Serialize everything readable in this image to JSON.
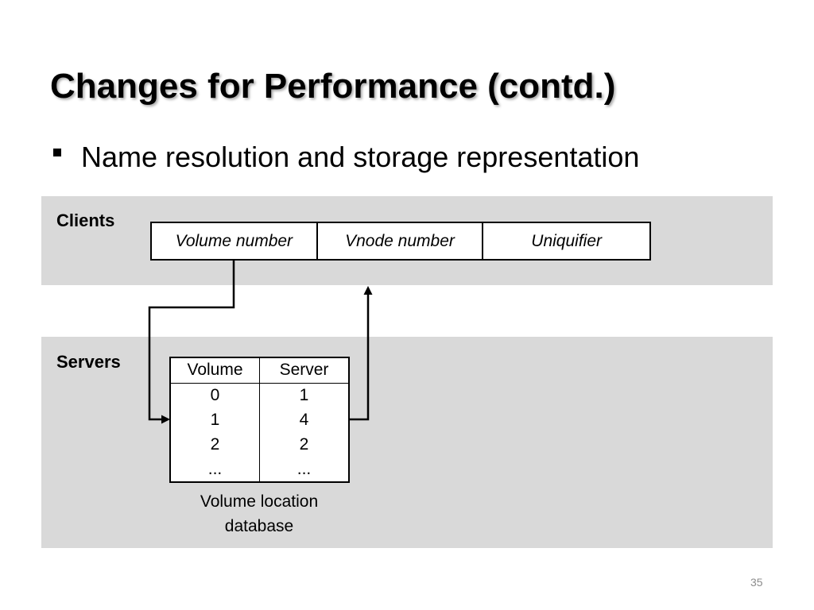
{
  "slide": {
    "title": "Changes for Performance (contd.)",
    "bullets": [
      {
        "icon": "square-bullet",
        "text": "Name resolution and storage representation"
      }
    ],
    "page_number": "35"
  },
  "diagram": {
    "clients": {
      "label": "Clients",
      "fid_fields": [
        "Volume number",
        "Vnode number",
        "Uniquifier"
      ]
    },
    "servers": {
      "label": "Servers",
      "vldb": {
        "headers": [
          "Volume",
          "Server"
        ],
        "rows": [
          [
            "0",
            "1"
          ],
          [
            "1",
            "4"
          ],
          [
            "2",
            "2"
          ],
          [
            "...",
            "..."
          ]
        ],
        "caption": "Volume location database"
      }
    }
  },
  "colors": {
    "band": "#d9d9d9",
    "ink": "#000000",
    "page_number": "#8c8c8c",
    "background": "#ffffff"
  }
}
